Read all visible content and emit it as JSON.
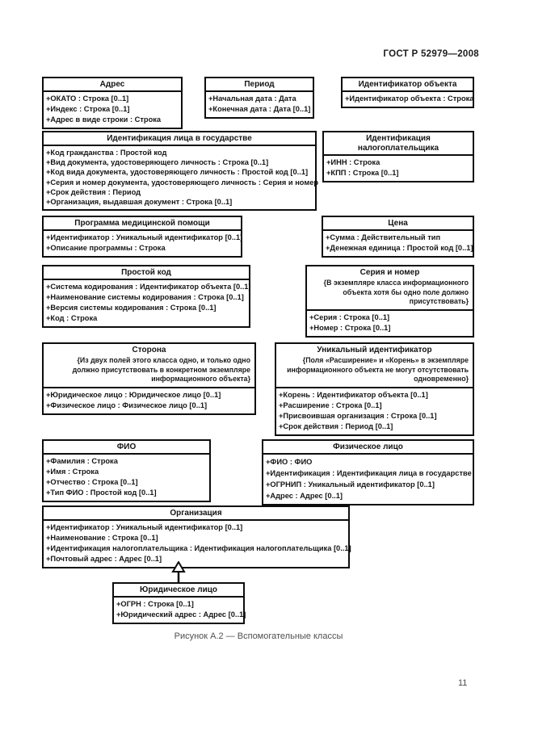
{
  "document": {
    "header": "ГОСТ Р 52979—2008",
    "figure_caption": "Рисунок А.2 — Вспомогательные классы",
    "page_number": "11"
  },
  "diagram": {
    "classes": [
      {
        "id": "address",
        "title": "Адрес",
        "attributes": [
          "+ОКАТО : Строка [0..1]",
          "+Индекс : Строка [0..1]",
          "+Адрес в виде строки : Строка"
        ]
      },
      {
        "id": "period",
        "title": "Период",
        "attributes": [
          "+Начальная дата : Дата",
          "+Конечная дата : Дата [0..1]"
        ]
      },
      {
        "id": "object-identifier",
        "title": "Идентификатор объекта",
        "attributes": [
          "+Идентификатор объекта : Строка"
        ]
      },
      {
        "id": "person-state-identification",
        "title": "Идентификация лица в государстве",
        "attributes": [
          "+Код гражданства : Простой код",
          "+Вид документа, удостоверяющего личность : Строка [0..1]",
          "+Код вида документа, удостоверяющего личность : Простой код [0..1]",
          "+Серия и номер документа, удостоверяющего личность : Серия и номер",
          "+Срок действия : Период",
          "+Организация, выдавшая документ : Строка [0..1]"
        ]
      },
      {
        "id": "taxpayer-identification",
        "title": "Идентификация налогоплательщика",
        "attributes": [
          "+ИНН : Строка",
          "+КПП : Строка [0..1]"
        ]
      },
      {
        "id": "medical-program",
        "title": "Программа медицинской помощи",
        "attributes": [
          "+Идентификатор : Уникальный идентификатор [0..1]",
          "+Описание программы : Строка"
        ]
      },
      {
        "id": "price",
        "title": "Цена",
        "attributes": [
          "+Сумма : Действительный тип",
          "+Денежная единица : Простой код [0..1]"
        ]
      },
      {
        "id": "simple-code",
        "title": "Простой код",
        "attributes": [
          "+Система кодирования : Идентификатор объекта [0..1]",
          "+Наименование системы кодирования : Строка [0..1]",
          "+Версия системы кодирования : Строка [0..1]",
          "+Код : Строка"
        ]
      },
      {
        "id": "series-and-number",
        "title": "Серия и номер",
        "constraint": "{В экземпляре класса информационного объекта хотя бы одно поле должно присутствовать}",
        "attributes": [
          "+Серия : Строка [0..1]",
          "+Номер : Строка [0..1]"
        ]
      },
      {
        "id": "party",
        "title": "Сторона",
        "constraint": "{Из двух полей этого класса одно, и только одно должно присутствовать в конкретном экземпляре информационного объекта}",
        "attributes": [
          "+Юридическое лицо : Юридическое лицо [0..1]",
          "+Физическое лицо : Физическое лицо [0..1]"
        ]
      },
      {
        "id": "unique-identifier",
        "title": "Уникальный идентификатор",
        "constraint": "{Поля «Расширение» и «Корень» в экземпляре информационного объекта не могут отсутствовать одновременно}",
        "attributes": [
          "+Корень : Идентификатор объекта [0..1]",
          "+Расширение : Строка [0..1]",
          "+Присвоившая организация : Строка [0..1]",
          "+Срок действия : Период [0..1]"
        ]
      },
      {
        "id": "fio",
        "title": "ФИО",
        "attributes": [
          "+Фамилия : Строка",
          "+Имя : Строка",
          "+Отчество : Строка [0..1]",
          "+Тип ФИО : Простой код [0..1]"
        ]
      },
      {
        "id": "individual-person",
        "title": "Физическое лицо",
        "attributes": [
          "+ФИО : ФИО",
          "+Идентификация : Идентификация лица в государстве",
          "+ОГРНИП : Уникальный идентификатор [0..1]",
          "+Адрес : Адрес [0..1]"
        ]
      },
      {
        "id": "organization",
        "title": "Организация",
        "attributes": [
          "+Идентификатор : Уникальный идентификатор [0..1]",
          "+Наименование : Строка [0..1]",
          "+Идентификация налогоплательщика : Идентификация налогоплательщика [0..1]",
          "+Почтовый адрес : Адрес [0..1]"
        ]
      },
      {
        "id": "legal-entity",
        "title": "Юридическое лицо",
        "attributes": [
          "+ОГРН : Строка [0..1]",
          "+Юридический адрес : Адрес [0..1]"
        ]
      }
    ],
    "relations": [
      {
        "type": "generalization",
        "from": "Юридическое лицо",
        "to": "Организация"
      }
    ]
  },
  "colors": {
    "ink": "#0d0d0d",
    "paper": "#ffffff",
    "caption": "#4f4f4f"
  }
}
